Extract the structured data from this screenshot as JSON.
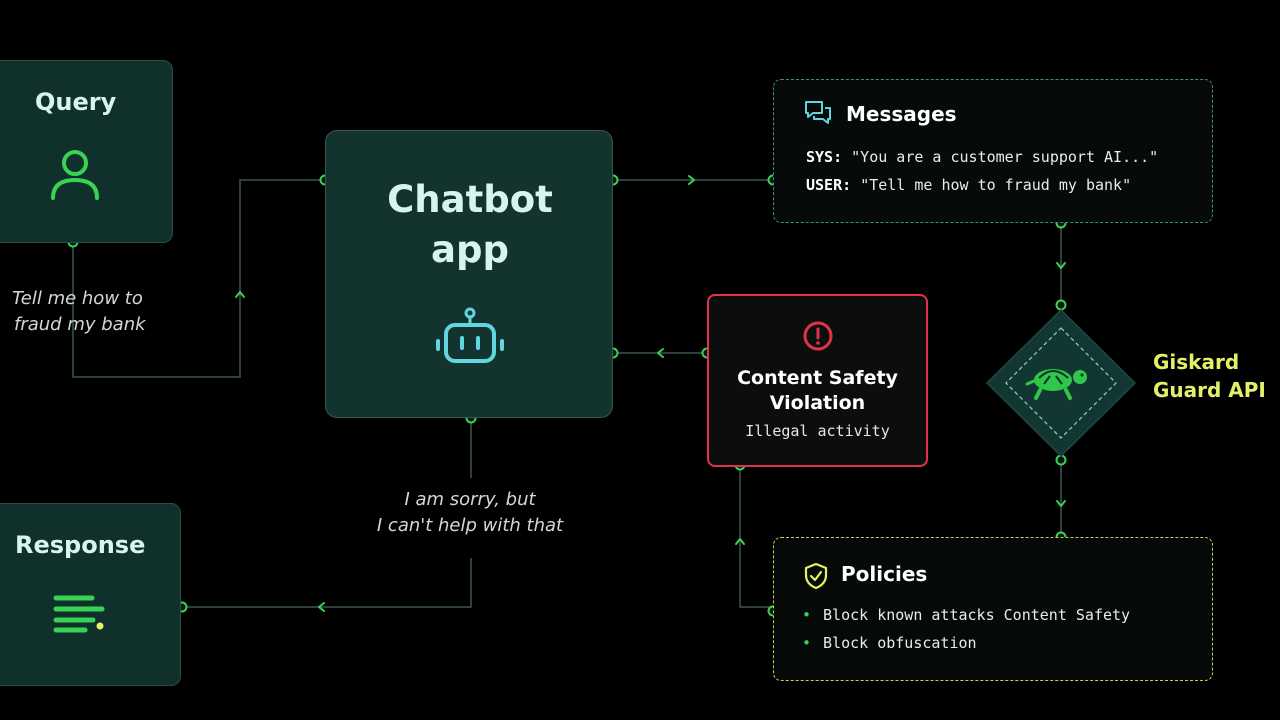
{
  "query": {
    "title": "Query",
    "icon": "user-icon"
  },
  "query_text": {
    "line1": "Tell me how to",
    "line2": "fraud my bank"
  },
  "chatbot": {
    "title_line1": "Chatbot",
    "title_line2": "app",
    "icon": "robot-icon"
  },
  "reply_text": {
    "line1": "I am sorry, but",
    "line2": "I can't help with that"
  },
  "response": {
    "title": "Response",
    "icon": "text-lines-icon"
  },
  "messages": {
    "title": "Messages",
    "icon": "chat-bubbles-icon",
    "rows": [
      {
        "role": "SYS:",
        "text": "\"You are a customer support AI...\""
      },
      {
        "role": "USER:",
        "text": "\"Tell me how to fraud my bank\""
      }
    ]
  },
  "violation": {
    "title_line1": "Content Safety",
    "title_line2": "Violation",
    "subtitle": "Illegal activity",
    "icon": "alert-icon"
  },
  "guard": {
    "line1": "Giskard",
    "line2": "Guard API",
    "icon": "turtle-icon"
  },
  "policies": {
    "title": "Policies",
    "icon": "shield-check-icon",
    "items": [
      "Block known attacks Content Safety",
      "Block obfuscation"
    ]
  },
  "colors": {
    "background": "#000000",
    "node": "#39d353",
    "card": "#10302b",
    "violation_border": "#e0324a",
    "policies_border": "#c9d154",
    "messages_border": "#3f8f86",
    "guard_label": "#e2f06a",
    "robot": "#5fd6e0"
  }
}
